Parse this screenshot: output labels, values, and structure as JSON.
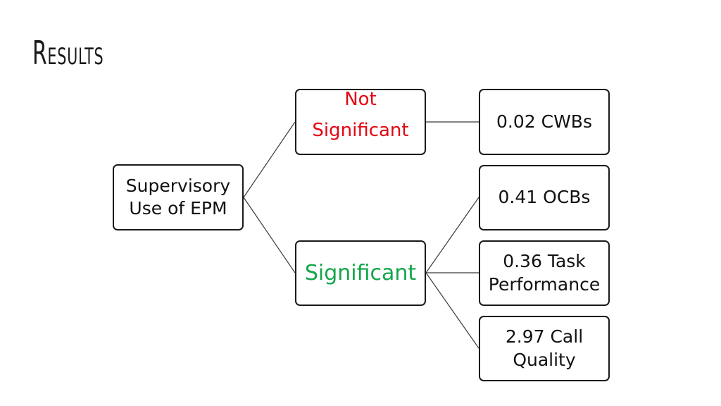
{
  "title": "Results",
  "diagram": {
    "root": {
      "lines": [
        "Supervisory",
        "Use of EPM"
      ]
    },
    "branches": {
      "not_significant": {
        "lines": [
          "Not",
          "Significant"
        ],
        "color": "#e30613"
      },
      "significant": {
        "label": "Significant",
        "color": "#14a64a"
      }
    },
    "outcomes": {
      "cwbs": {
        "lines": [
          "0.02 CWBs"
        ]
      },
      "ocbs": {
        "lines": [
          "0.41 OCBs"
        ]
      },
      "task_performance": {
        "lines": [
          "0.36 Task",
          "Performance"
        ]
      },
      "call_quality": {
        "lines": [
          "2.97 Call",
          "Quality"
        ]
      }
    }
  }
}
